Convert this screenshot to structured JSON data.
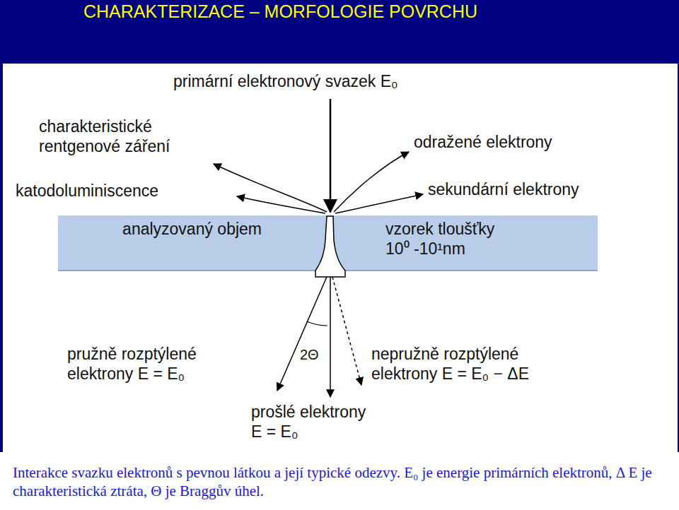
{
  "diagram": {
    "title": "CHARAKTERIZACE – MORFOLOGIE POVRCHU",
    "caption": "Interakce svazku elektronů s pevnou látkou a její typické odezvy. E₀ je energie primárních elektronů, Δ E je charakteristická ztráta, Θ je Braggův úhel.",
    "nodes": [
      {
        "text": [
          "analyzovaný objem",
          "vzorek tloušťky 10⁰ -10¹nm"
        ]
      }
    ],
    "labels": [
      "primární elektronový svazek E₀",
      "charakteristické rentgenové záření",
      "odražené elektrony",
      "katodoluminiscence",
      "sekundární elektrony",
      "pružně rozptýlené elektrony E = E₀",
      "2Θ",
      "nepružně rozptýlené elektrony E = E₀ − ΔE",
      "prošlé elektrony E = E₀"
    ]
  }
}
